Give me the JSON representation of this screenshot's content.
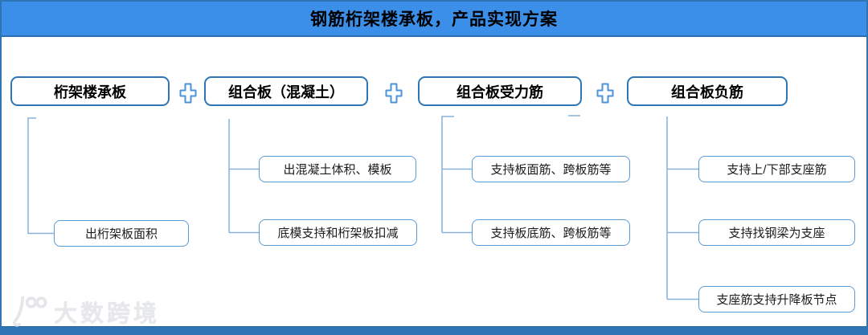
{
  "title": "钢筋桁架楼承板，产品实现方案",
  "columns": [
    {
      "parent": "桁架楼承板",
      "children": [
        "出桁架板面积"
      ]
    },
    {
      "parent": "组合板（混凝土）",
      "children": [
        "出混凝土体积、模板",
        "底模支持和桁架板扣减"
      ]
    },
    {
      "parent": "组合板受力筋",
      "children": [
        "支持板面筋、跨板筋等",
        "支持板底筋、跨板筋等"
      ]
    },
    {
      "parent": "组合板负筋",
      "children": [
        "支持上/下部支座筋",
        "支持找钢梁为支座",
        "支座筋支持升降板节点"
      ]
    }
  ],
  "plus_separator": "plus-icon",
  "watermark": {
    "logo": "100-swoosh-logo",
    "text": "大数跨境"
  },
  "colors": {
    "header_blue": "#3B8FE8",
    "frame_blue": "#2E75B6",
    "parent_border": "#2E75B6",
    "child_border": "#5B9BD5",
    "connector": "#86B2DC",
    "plus_outline": "#4E93D6",
    "title_text": "#000000",
    "watermark_gray": "#E7E8EC"
  }
}
